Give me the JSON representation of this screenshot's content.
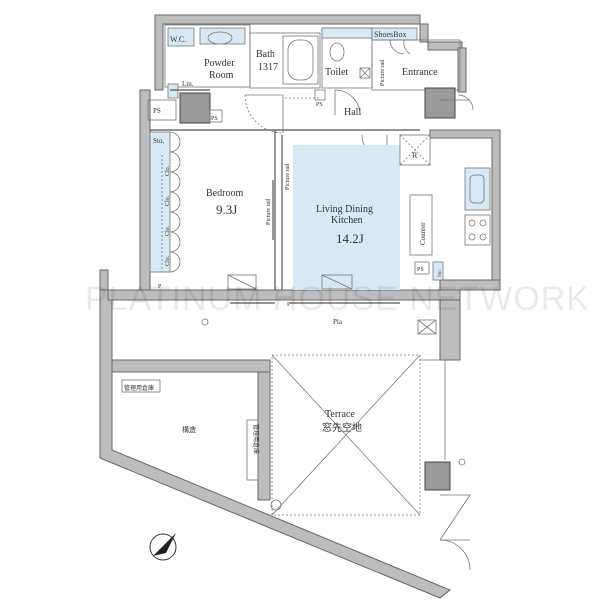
{
  "rooms": {
    "wic": "W.C.",
    "powder_room": "Powder Room",
    "powder_room_line1": "Powder",
    "powder_room_line2": "Room",
    "lin": "Lin.",
    "bath": "Bath",
    "bath_size": "1317",
    "toilet": "Toilet",
    "shoes_box": "ShoesBox",
    "picture_rail_entrance": "Picture rail",
    "entrance": "Entrance",
    "hall": "Hall",
    "ps": "PS",
    "sto": "Sto.",
    "clo": "Clo.",
    "bedroom": "Bedroom",
    "bedroom_size": "9.3J",
    "picture_rail": "Picture rail",
    "ldk_line1": "Living Dining",
    "ldk_line2": "Kitchen",
    "ldk_size": "14.2J",
    "refrigerator": "R",
    "counter": "Counter",
    "p": "P",
    "pla": "Pla",
    "terrace": "Terrace",
    "terrace_jp": "窓先空地",
    "storage_jp": "管理用倉庫",
    "structure_jp": "構造"
  },
  "watermark": "PLATINUM HOUSE NETWORK",
  "colors": {
    "room_fill": "#d7e9f4",
    "wall": "#bdbdbd",
    "column": "#9a9a9a"
  }
}
